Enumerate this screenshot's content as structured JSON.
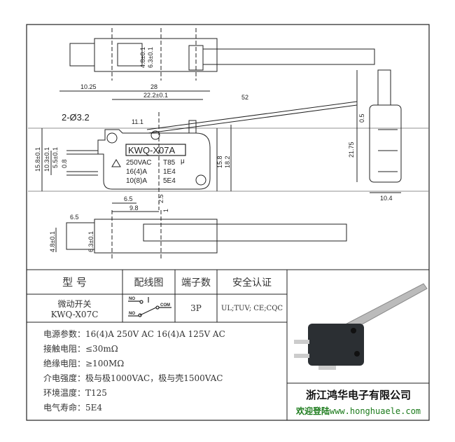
{
  "drawing": {
    "label_model": "KWQ-X07A",
    "label_lines": [
      "250VAC",
      "T85",
      "μ",
      "16(4)A",
      "1E4",
      "10(8)A",
      "5E4"
    ],
    "dims": {
      "top_h1": "4.8±0.1",
      "top_h2": "6.3±0.1",
      "d1025": "10.25",
      "d28": "28",
      "d222": "22.2±0.1",
      "d52": "52",
      "hole": "2-Ø3.2",
      "d111": "11.1",
      "d158a": "15.8±0.1",
      "d103": "10.3±0.1",
      "d55": "5.5±0.1",
      "d08": "0.8",
      "d158": "15.8",
      "d182": "18.2",
      "d65": "6.5",
      "d98": "9.8",
      "d25": "2.5",
      "d1": "1",
      "side_05": "0.5",
      "side_2175": "21.75",
      "side_104": "10.4",
      "bot_65": "6.5",
      "bot_48": "4.8±0.1",
      "bot_63": "6.3±0.1"
    }
  },
  "table": {
    "headers": [
      "型  号",
      "配线图",
      "端子数",
      "安全认证"
    ],
    "row": {
      "model_cn": "微动开关",
      "model": "KWQ-X07C",
      "wiring": {
        "no1": "NO",
        "no2": "NO",
        "com": "COM"
      },
      "terminals": "3P",
      "certs": "UL;TUV; CE;CQC"
    }
  },
  "specs": [
    "电源参数：16(4)A 250V AC  16(4)A 125V AC",
    "接触电阻：≤30mΩ",
    "绝缘电阻：≥100MΩ",
    "介电强度：极与极1000VAC，极与壳1500VAC",
    "环境温度：T125",
    "电气寿命：5E4"
  ],
  "company": {
    "name": "浙江鸿华电子有限公司",
    "welcome": "欢迎登陆",
    "url": "www.honghuaele.com"
  }
}
